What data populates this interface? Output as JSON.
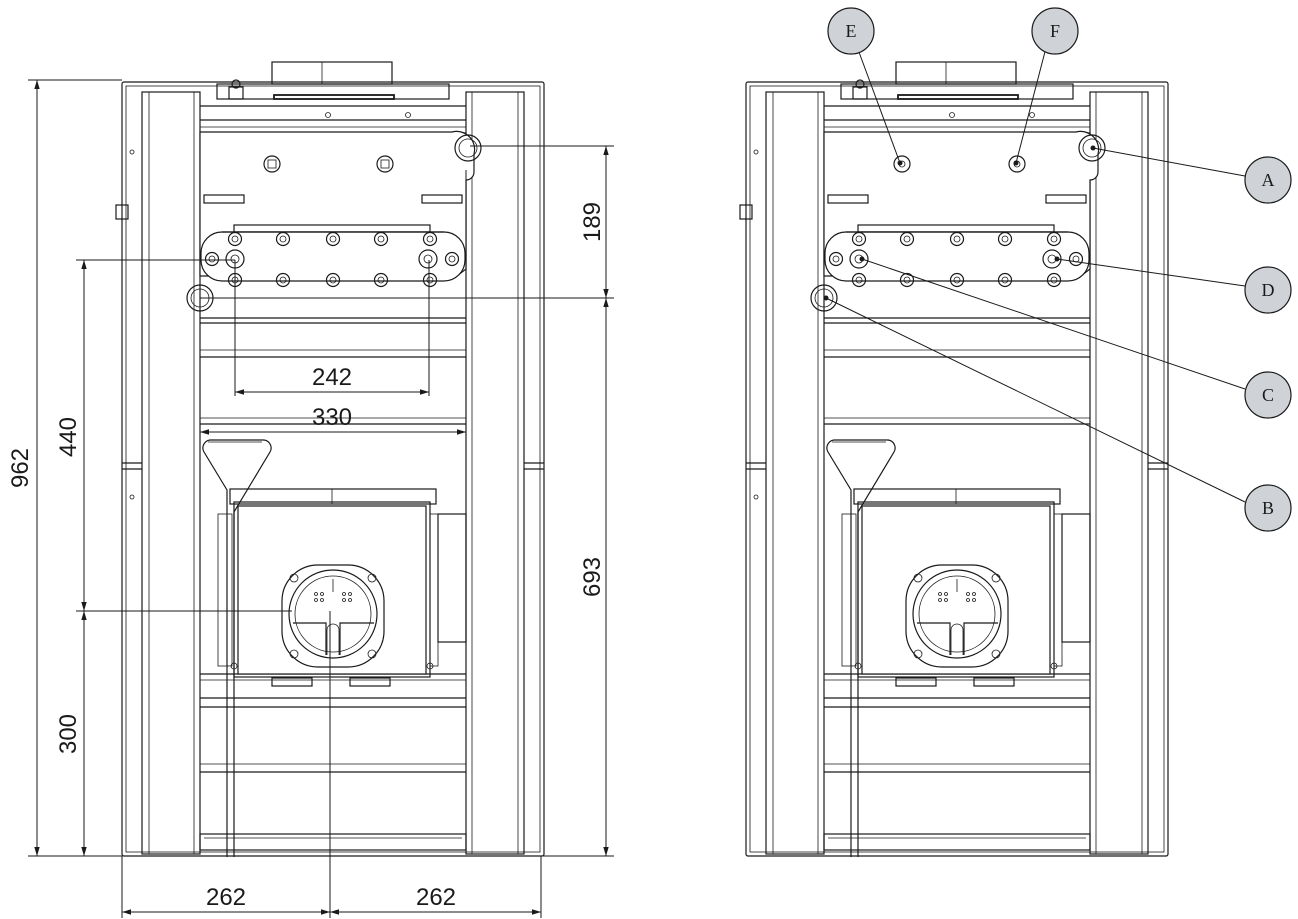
{
  "dimensions": {
    "total_height": "962",
    "connection_height": "440",
    "base_height": "300",
    "top_to_manifold": "189",
    "manifold_to_floor": "693",
    "pipe_spacing_inner": "242",
    "pipe_spacing_outer": "330",
    "half_width_left": "262",
    "half_width_right": "262"
  },
  "callouts": [
    "A",
    "B",
    "C",
    "D",
    "E",
    "F"
  ]
}
